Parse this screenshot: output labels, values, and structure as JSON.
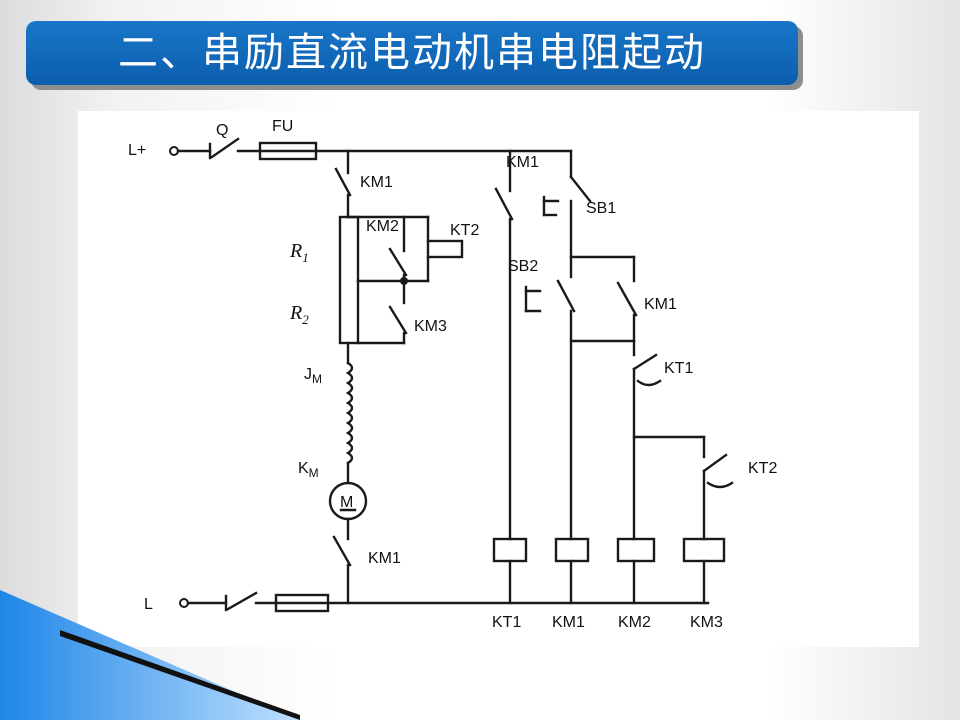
{
  "slide": {
    "title": "二、串励直流电动机串电阻起动"
  },
  "diagram": {
    "labels": {
      "supply_top": "L+",
      "supply_bottom": "L",
      "switch_q": "Q",
      "fuse_fu": "FU",
      "km1_main": "KM1",
      "km2_contact": "KM2",
      "kt2_coil_top": "KT2",
      "r1": "R",
      "r1_sub": "1",
      "r2": "R",
      "r2_sub": "2",
      "km3_contact": "KM3",
      "jm": "J",
      "jm_sub": "M",
      "km": "K",
      "km_sub": "M",
      "motor": "M",
      "km1_motor": "KM1",
      "km1_aux": "KM1",
      "sb1": "SB1",
      "sb2": "SB2",
      "km1_hold": "KM1",
      "kt1_contact": "KT1",
      "kt2_contact": "KT2",
      "coil_kt1": "KT1",
      "coil_km1": "KM1",
      "coil_km2": "KM2",
      "coil_km3": "KM3"
    }
  }
}
